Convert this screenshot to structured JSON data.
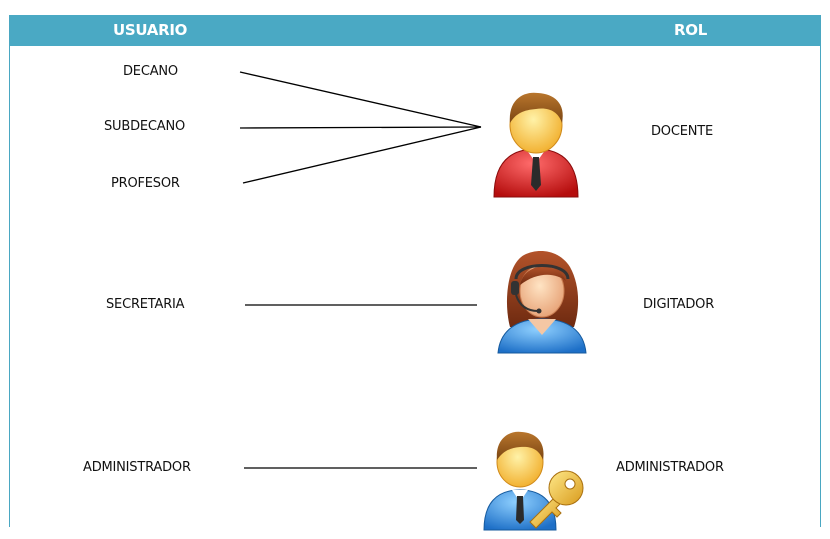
{
  "header": {
    "usuario_label": "USUARIO",
    "rol_label": "ROL",
    "color": "#4aa9c4"
  },
  "usuarios": [
    {
      "label": "DECANO",
      "rol": "DOCENTE"
    },
    {
      "label": "SUBDECANO",
      "rol": "DOCENTE"
    },
    {
      "label": "PROFESOR",
      "rol": "DOCENTE"
    },
    {
      "label": "SECRETARIA",
      "rol": "DIGITADOR"
    },
    {
      "label": "ADMINISTRADOR",
      "rol": "ADMINISTRADOR"
    }
  ],
  "roles": [
    {
      "label": "DOCENTE",
      "icon": "male-user-red-icon"
    },
    {
      "label": "DIGITADOR",
      "icon": "female-operator-headset-icon"
    },
    {
      "label": "ADMINISTRADOR",
      "icon": "admin-user-key-icon"
    }
  ]
}
